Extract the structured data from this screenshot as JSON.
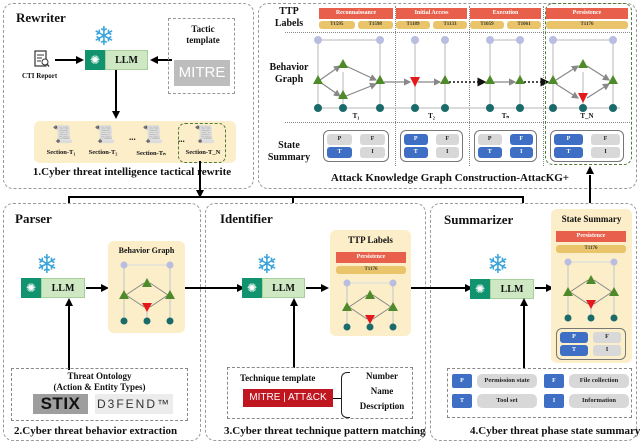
{
  "rewriter": {
    "title": "Rewriter",
    "cti_report_label": "CTI Report",
    "llm_label": "LLM",
    "tactic_template_label": "Tactic template",
    "mitre_logo_text": "MITRE",
    "sections": [
      "Section-T₁",
      "Section-T₂",
      "Section-Tₙ",
      "Section-T_N"
    ],
    "ellipsis": "...",
    "caption": "1.Cyber threat intelligence tactical rewrite"
  },
  "attackkg": {
    "row_labels": {
      "ttp": "TTP Labels",
      "graph": "Behavior Graph",
      "state": "State Summary"
    },
    "phases": [
      {
        "tactic": "Reconnaissance",
        "techniques": [
          "T1595",
          "T1598"
        ],
        "time": "T₁",
        "state": {
          "P": false,
          "F": false,
          "T": true,
          "I": false
        }
      },
      {
        "tactic": "Initial Access",
        "techniques": [
          "T1189",
          "T1133"
        ],
        "time": "T₂",
        "state": {
          "P": true,
          "F": false,
          "T": true,
          "I": false
        }
      },
      {
        "tactic": "Execution",
        "techniques": [
          "T1059",
          "T1061"
        ],
        "time": "Tₙ",
        "state": {
          "P": false,
          "F": true,
          "T": true,
          "I": true
        }
      },
      {
        "tactic": "Persistence",
        "techniques": [
          "T1176"
        ],
        "time": "T_N",
        "state": {
          "P": true,
          "F": false,
          "T": true,
          "I": false
        }
      }
    ],
    "chip_letters": [
      "P",
      "F",
      "T",
      "I"
    ],
    "caption": "Attack Knowledge Graph Construction-AttacKG+"
  },
  "parser": {
    "title": "Parser",
    "llm_label": "LLM",
    "graph_title": "Behavior Graph",
    "ontology_title": "Threat Ontology",
    "ontology_subtitle": "(Action & Entity Types)",
    "stix_logo": "STIX",
    "defend_logo": "D3FEND™",
    "caption": "2.Cyber threat behavior extraction"
  },
  "identifier": {
    "title": "Identifier",
    "llm_label": "LLM",
    "ttp_title": "TTP Labels",
    "tactic": "Persistence",
    "technique": "T1176",
    "template_title": "Technique template",
    "mitre_attack_logo": "MITRE | ATT&CK",
    "fields": [
      "Number",
      "Name",
      "Description"
    ],
    "caption": "3.Cyber threat technique pattern matching"
  },
  "summarizer": {
    "title": "Summarizer",
    "llm_label": "LLM",
    "state_title": "State Summary",
    "tactic": "Persistence",
    "technique": "T1176",
    "state": {
      "P": true,
      "F": false,
      "T": true,
      "I": false
    },
    "legend": [
      {
        "key": "P",
        "label": "Permission state"
      },
      {
        "key": "F",
        "label": "File collection"
      },
      {
        "key": "T",
        "label": "Tool set"
      },
      {
        "key": "I",
        "label": "Information"
      }
    ],
    "caption": "4.Cyber threat phase state summary"
  },
  "colors": {
    "tactic": "#e8604c",
    "technique": "#e9c46a",
    "active_state": "#3f6fc4",
    "inactive_state": "#d8d8d8",
    "llm_green": "#cde8c2",
    "gpt_logo": "#11936f",
    "highlight_dash": "#4f7a3a",
    "action_node": "#4e8a2a",
    "malicious_node": "#e31a1c",
    "entity_node": "#1b6b6b",
    "subject_node": "#b9bde0"
  }
}
